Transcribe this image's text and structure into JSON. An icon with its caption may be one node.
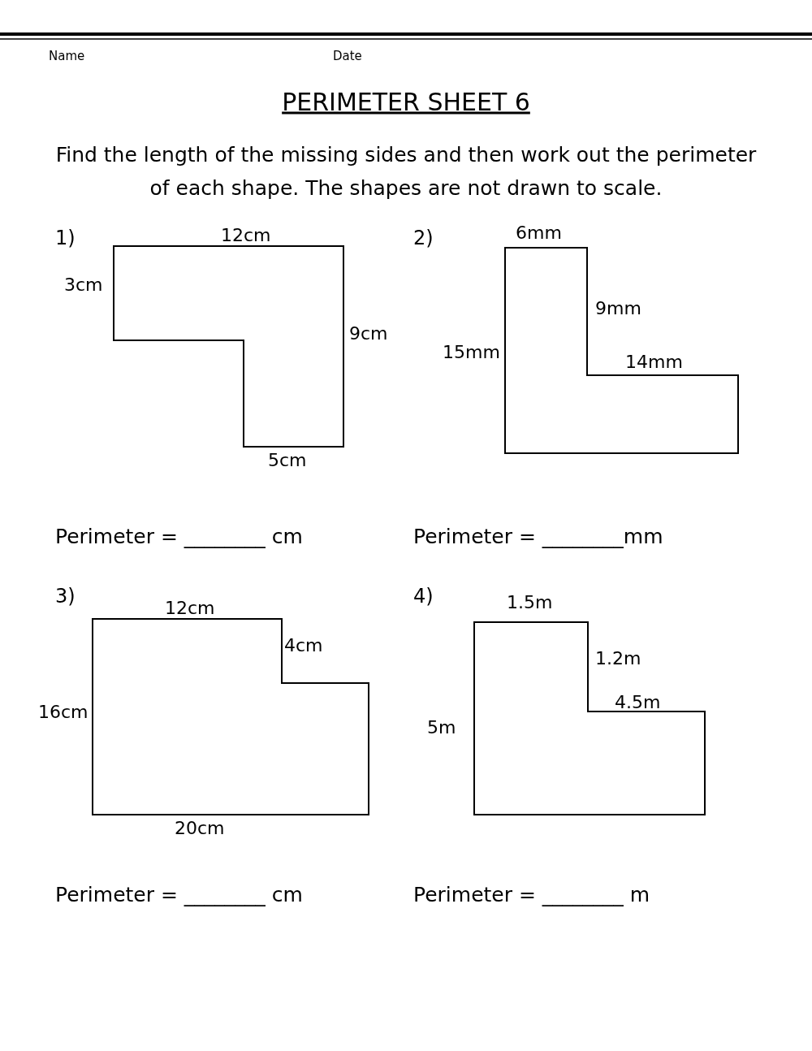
{
  "diagram": {
    "title": "PERIMETER SHEET 6",
    "labels": [
      "Name",
      "Date",
      "Find the length of the missing sides and then work out the perimeter of each shape. The shapes are not drawn to scale.",
      "1)",
      "12cm",
      "3cm",
      "9cm",
      "5cm",
      "2)",
      "6mm",
      "9mm",
      "15mm",
      "14mm",
      "Perimeter = ________ cm",
      "Perimeter = ________mm",
      "3)",
      "12cm",
      "4cm",
      "16cm",
      "20cm",
      "4)",
      "1.5m",
      "1.2m",
      "4.5m",
      "5m",
      "Perimeter = ________ cm",
      "Perimeter = ________ m"
    ]
  }
}
